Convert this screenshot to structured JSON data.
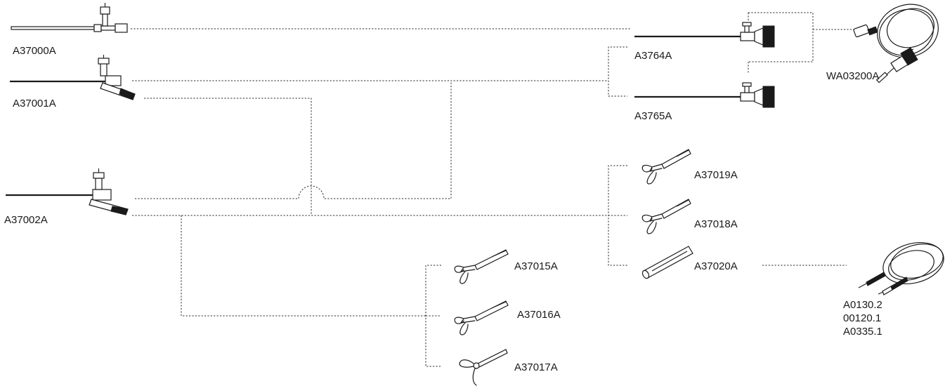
{
  "diagram": {
    "parts": {
      "a37000a": "A37000A",
      "a37001a": "A37001A",
      "a37002a": "A37002A",
      "a3764a": "A3764A",
      "a3765a": "A3765A",
      "wa03200a": "WA03200A",
      "a37019a": "A37019A",
      "a37018a": "A37018A",
      "a37020a": "A37020A",
      "a37015a": "A37015A",
      "a37016a": "A37016A",
      "a37017a": "A37017A",
      "cable_codes": [
        "A0130.2",
        "00120.1",
        "A0335.1"
      ]
    }
  }
}
